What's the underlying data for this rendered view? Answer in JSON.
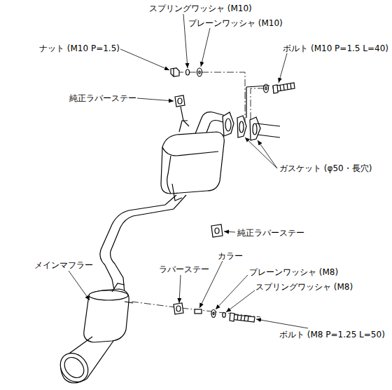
{
  "diagram": {
    "labels": [
      "スプリングワッシャ (M10)",
      "プレーンワッシャ (M10)",
      "ナット (M10 P=1.5)",
      "ボルト (M10 P=1.5 L=40)",
      "純正ラバーステー",
      "ガスケット (φ50・長穴)",
      "純正ラバーステー",
      "メインマフラー",
      "ラバーステー",
      "カラー",
      "プレーンワッシャ (M8)",
      "スプリングワッシャ (M8)",
      "ボルト (M8 P=1.25 L=50)"
    ]
  }
}
